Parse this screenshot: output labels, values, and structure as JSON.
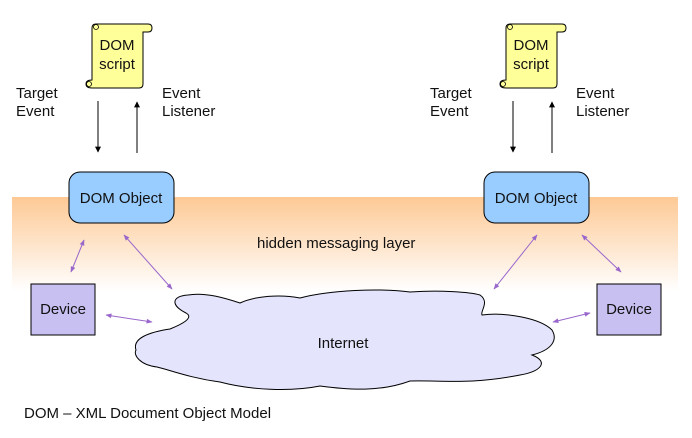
{
  "colors": {
    "layer_top": "#fdc995",
    "layer_bottom": "#ffffff",
    "dom_object_fill": "#99ccff",
    "device_fill": "#c8c0f0",
    "cloud_fill": "#e4e4fc",
    "script_fill": "#ffff99",
    "connector": "#9966cc"
  },
  "left": {
    "script": {
      "line1": "DOM",
      "line2": "script"
    },
    "target_event": {
      "line1": "Target",
      "line2": "Event"
    },
    "event_listener": {
      "line1": "Event",
      "line2": "Listener"
    },
    "dom_object": "DOM Object",
    "device": "Device"
  },
  "right": {
    "script": {
      "line1": "DOM",
      "line2": "script"
    },
    "target_event": {
      "line1": "Target",
      "line2": "Event"
    },
    "event_listener": {
      "line1": "Event",
      "line2": "Listener"
    },
    "dom_object": "DOM Object",
    "device": "Device"
  },
  "layer_label": "hidden messaging layer",
  "cloud_label": "Internet",
  "caption": "DOM – XML Document Object Model"
}
